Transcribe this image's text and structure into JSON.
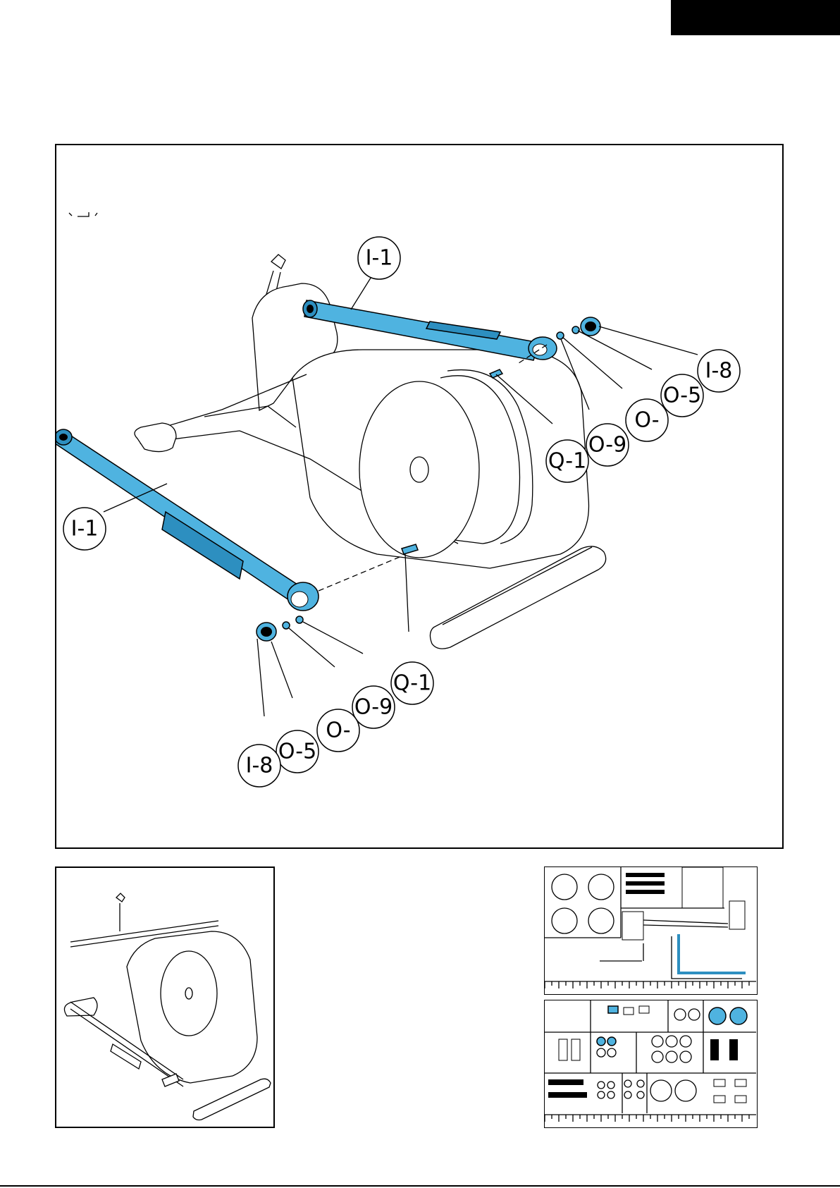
{
  "colors": {
    "part_highlight": "#4fb3e0",
    "part_shadow": "#2d8fc0",
    "outline": "#000000"
  },
  "callouts": {
    "i1_rear": "I-1",
    "i1_front": "I-1",
    "i8_right": "I-8",
    "o5_right": "O-5",
    "o_right": "O-",
    "o9_right": "O-9",
    "q1_right": "Q-1",
    "q1_left": "Q-1",
    "o9_left": "O-9",
    "o_left": "O-",
    "o5_left": "O-5",
    "i8_left": "I-8"
  }
}
